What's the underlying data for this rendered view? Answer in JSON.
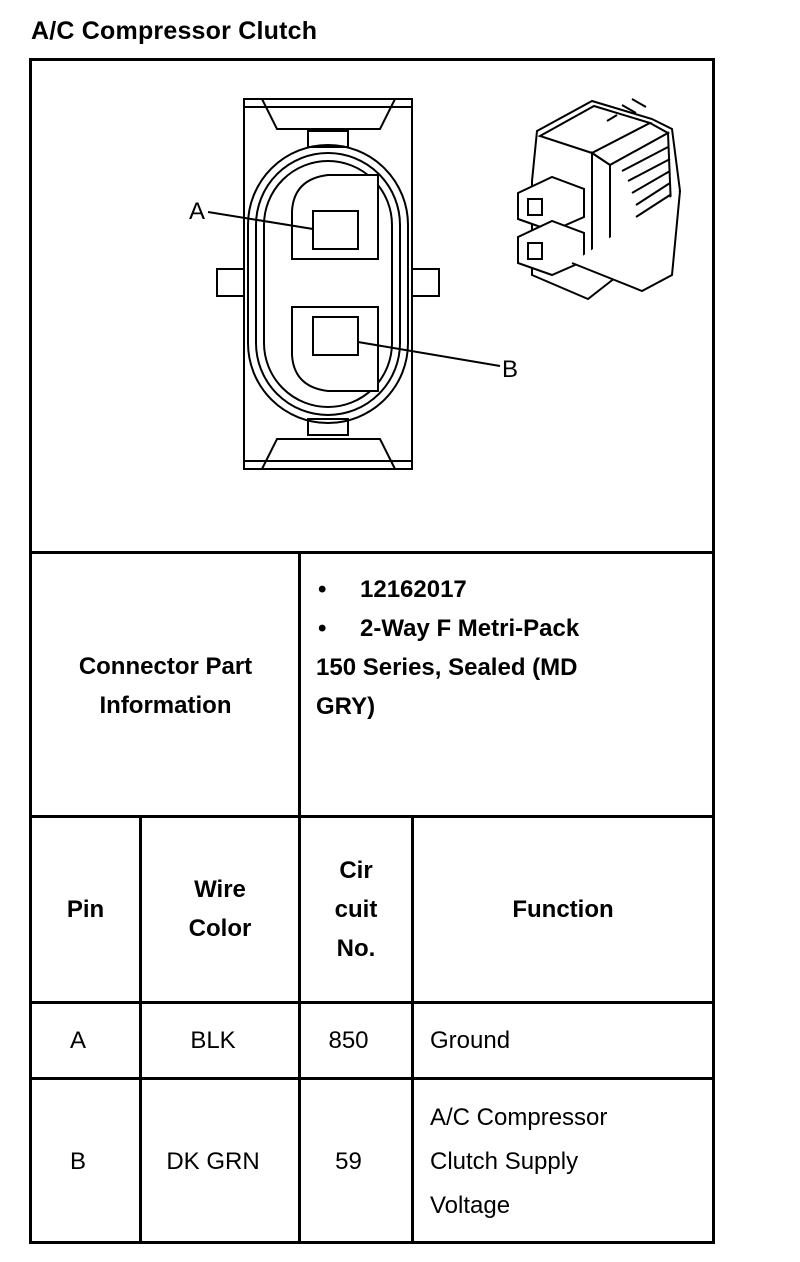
{
  "title": "A/C Compressor Clutch",
  "diagram": {
    "pin_a_label": "A",
    "pin_b_label": "B"
  },
  "connector_part": {
    "label_line1": "Connector Part",
    "label_line2": "Information",
    "bullets": [
      "12162017",
      "2-Way F Metri-Pack"
    ],
    "continuation_line1": "150 Series, Sealed (MD",
    "continuation_line2": "GRY)"
  },
  "pin_table": {
    "headers": {
      "pin": "Pin",
      "wire_line1": "Wire",
      "wire_line2": "Color",
      "circuit_line1": "Cir",
      "circuit_line2": "cuit",
      "circuit_line3": "No.",
      "function": "Function"
    },
    "rows": [
      {
        "pin": "A",
        "wire_color": "BLK",
        "circuit": "850",
        "function_lines": [
          "Ground"
        ]
      },
      {
        "pin": "B",
        "wire_color": "DK GRN",
        "circuit": "59",
        "function_lines": [
          "A/C Compressor",
          "Clutch Supply",
          "Voltage"
        ]
      }
    ]
  }
}
